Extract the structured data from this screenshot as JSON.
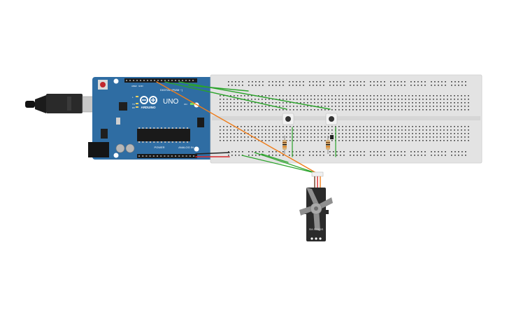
{
  "board": {
    "brand": "ARDUINO",
    "model": "UNO",
    "digital_label": "DIGITAL (PWM ~)",
    "power_label": "POWER",
    "analog_label": "ANALOG IN",
    "aref_label": "AREF",
    "gnd_label": "GND",
    "tx_label": "TX",
    "rx_label": "RX",
    "on_label": "ON",
    "l_label": "L"
  },
  "servo": {
    "model_label": "SM-S2309S"
  },
  "colors": {
    "board": "#2f6da3",
    "breadboard": "#e3e3e3",
    "wire_signal": "#2aa32a",
    "wire_servo_signal": "#ef7d1a",
    "wire_power": "#d8262b",
    "wire_ground": "#222222",
    "servo_body": "#2b2b2b",
    "servo_horn": "#8f8f8f"
  },
  "components": {
    "pushbuttons": 2,
    "resistors": 2
  }
}
